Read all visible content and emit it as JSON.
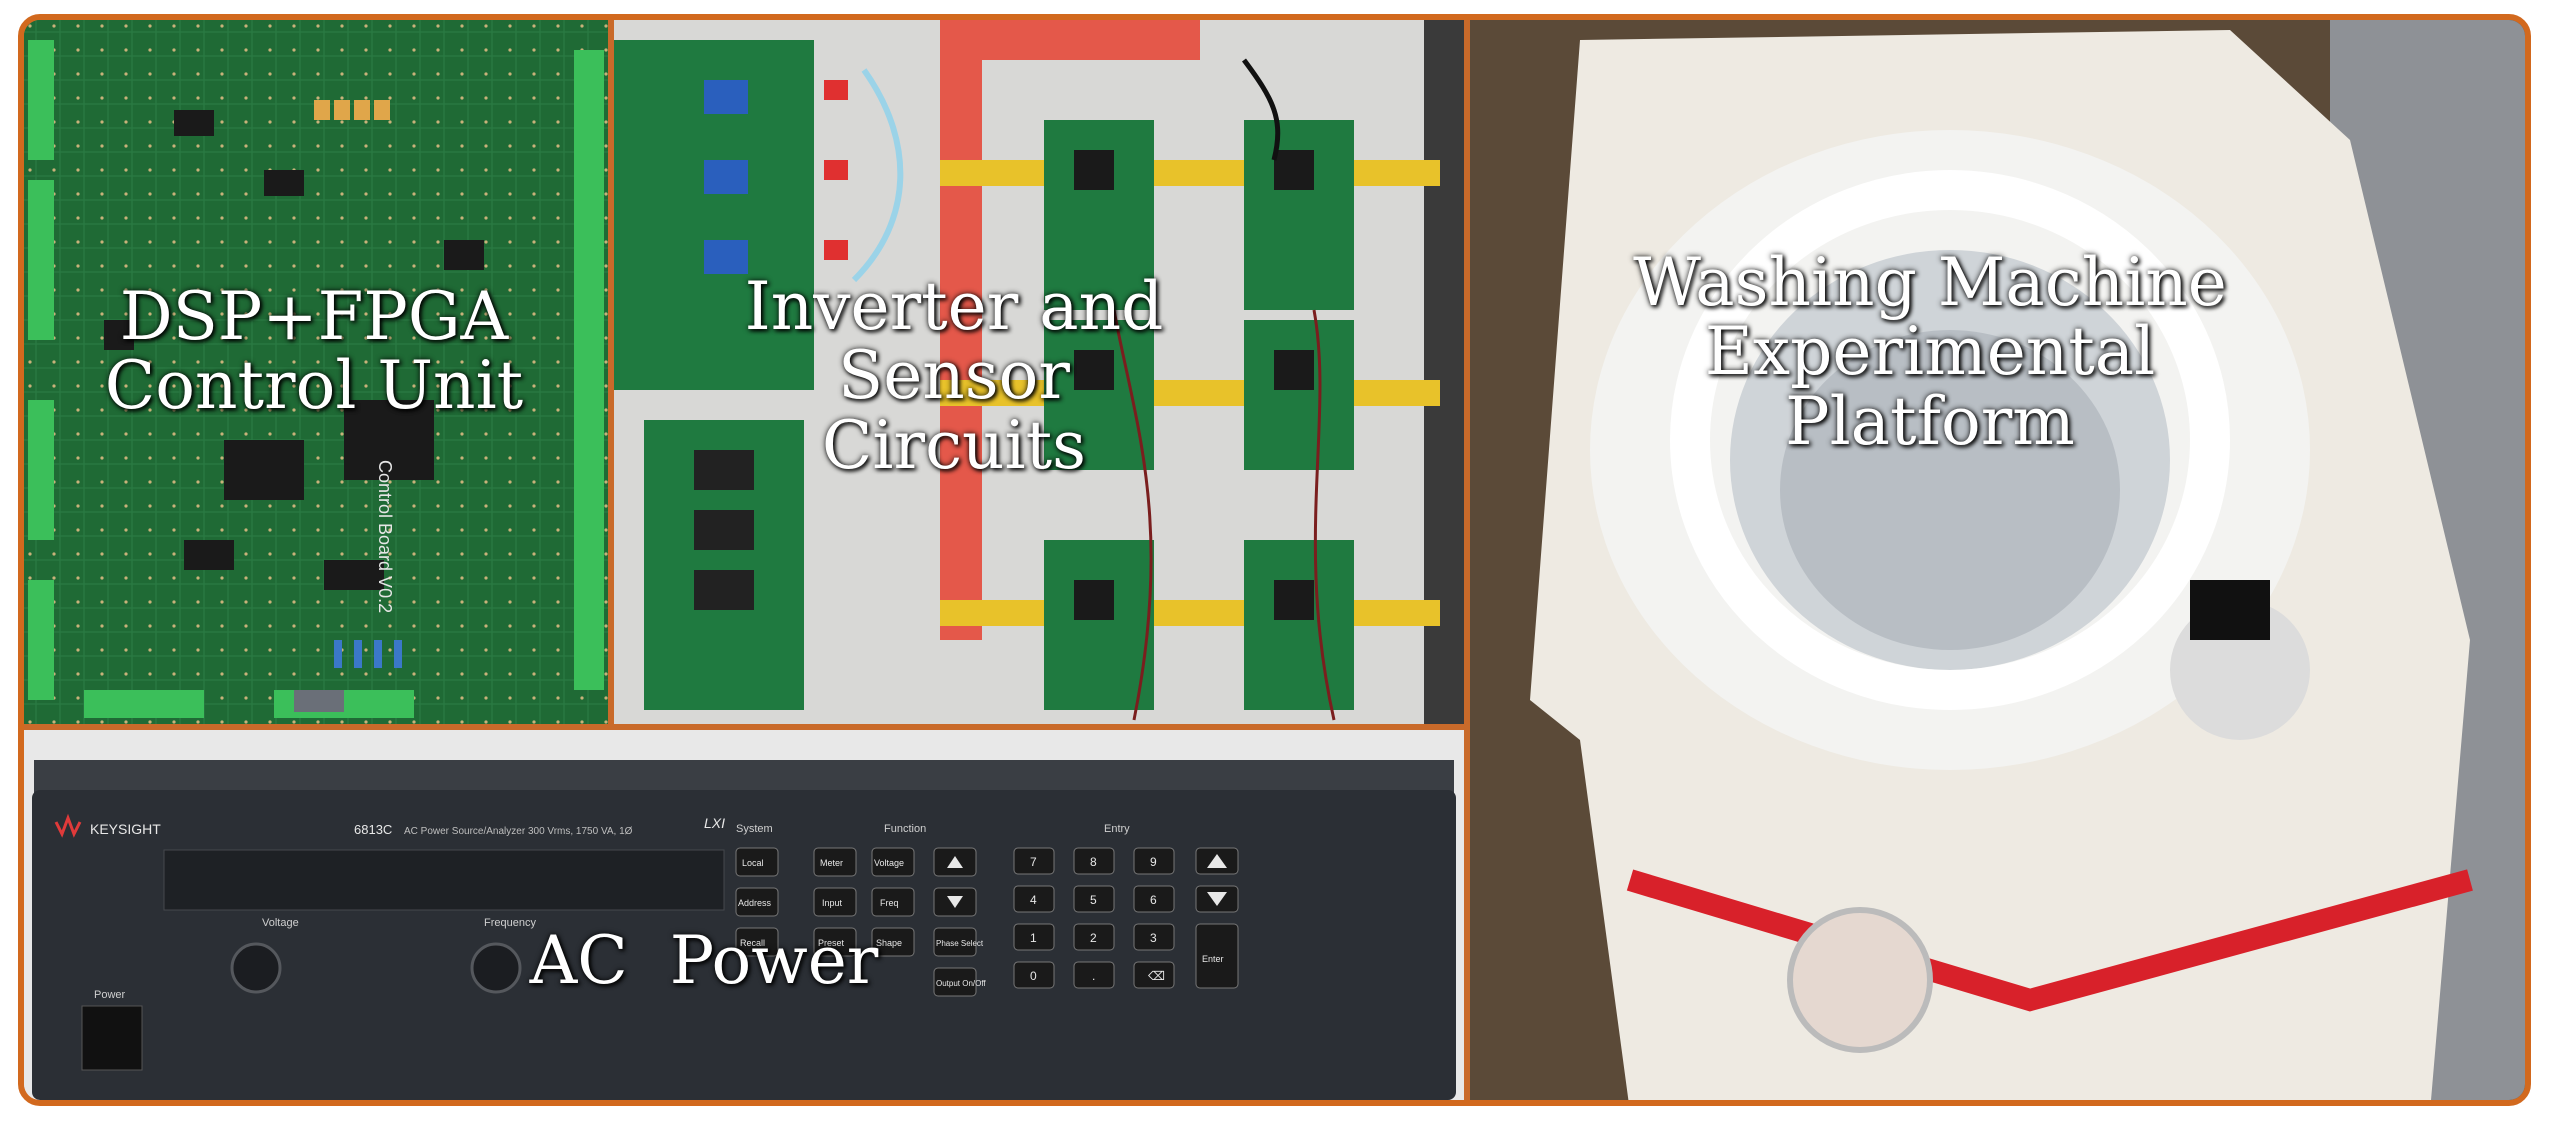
{
  "colors": {
    "frame": "#d2691e",
    "pcb_green": "#1f6a35",
    "bus_red": "#e4584a",
    "bus_yellow": "#e8c22a",
    "instrument": "#2b2f35"
  },
  "panels": {
    "control": {
      "line1": "DSP+FPGA",
      "line2": "Control Unit"
    },
    "inverter": {
      "line1": "Inverter and",
      "line2": "Sensor Circuits"
    },
    "washer": {
      "line1": "Washing Machine",
      "line2": "Experimental",
      "line3": "Platform"
    },
    "power": {
      "label": "AC  Power"
    }
  },
  "instrument": {
    "brand": "KEYSIGHT",
    "model": "6813C",
    "model_desc": "AC Power Source/Analyzer  300 Vrms, 1750 VA, 1Ø",
    "lxi": "LXI",
    "knob_voltage": "Voltage",
    "knob_frequency": "Frequency",
    "power": "Power",
    "section_system": "System",
    "section_function": "Function",
    "section_entry": "Entry",
    "system_buttons": [
      "Local",
      "Address",
      "Recall"
    ],
    "function_buttons": [
      "Meter",
      "Voltage",
      "Input",
      "Freq",
      "Preset",
      "Shape",
      "Phase Select",
      "Output On/Off"
    ],
    "keypad": [
      "7",
      "8",
      "9",
      "4",
      "5",
      "6",
      "1",
      "2",
      "3",
      "0",
      ".",
      "⌫",
      "Enter"
    ],
    "board_silk": "Control Board V0.2"
  },
  "icons": [
    "keysight-logo-icon",
    "power-switch-icon",
    "up-arrow-icon",
    "down-arrow-icon"
  ]
}
